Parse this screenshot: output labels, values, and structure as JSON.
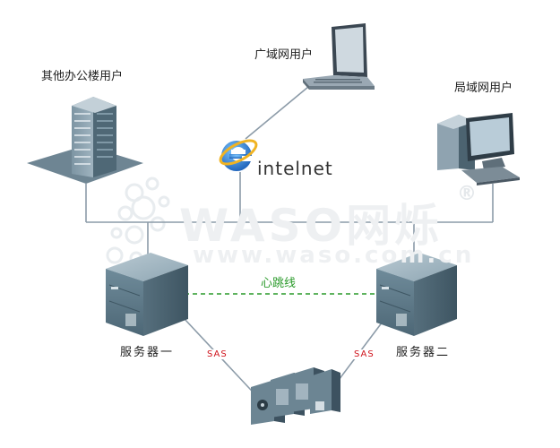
{
  "labels": {
    "office_users": "其他办公楼用户",
    "wan_users": "广域网用户",
    "lan_users": "局域网用户",
    "internet": "intelnet",
    "server_one": "服务器一",
    "server_two": "服务器二",
    "heartbeat": "心跳线",
    "sas_left": "SAS",
    "sas_right": "SAS"
  },
  "watermark": {
    "brand": "WASO网烁",
    "url": "www.waso.com.cn",
    "registered": "®"
  },
  "colors": {
    "line": "#8c9ba8",
    "heartbeat": "#2a9a2a",
    "sas": "#d0141d",
    "server_body": "#5f7c8c"
  },
  "icons": [
    "office-building-icon",
    "laptop-icon",
    "internet-explorer-icon",
    "desktop-computer-icon",
    "server-icon",
    "storage-array-icon"
  ]
}
